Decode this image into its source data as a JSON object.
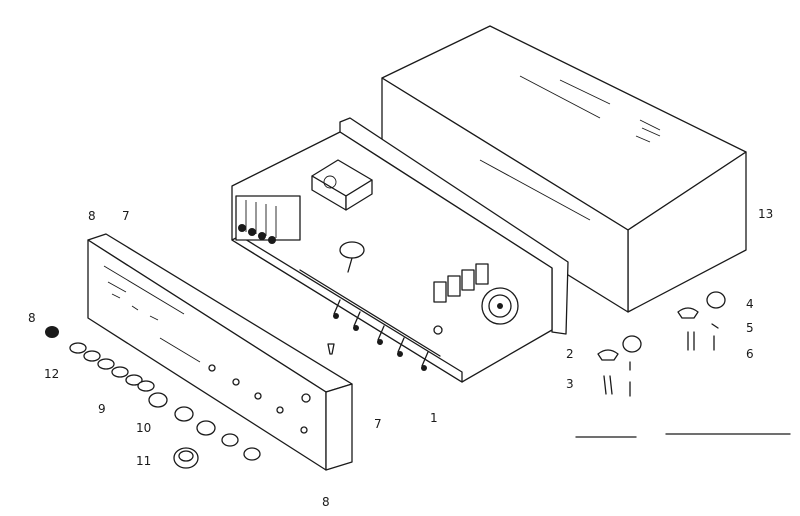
{
  "callouts": {
    "c1": "1",
    "c2": "2",
    "c3": "3",
    "c4": "4",
    "c5": "5",
    "c6": "6",
    "c7": "7",
    "c8_top": "8",
    "c8_left": "8",
    "c8_bottom": "8",
    "c9": "9",
    "c10": "10",
    "c11": "11",
    "c12": "12",
    "c13": "13",
    "c7_top": "7"
  },
  "colors": {
    "ink": "#1a1a1a",
    "paper": "#ffffff"
  }
}
